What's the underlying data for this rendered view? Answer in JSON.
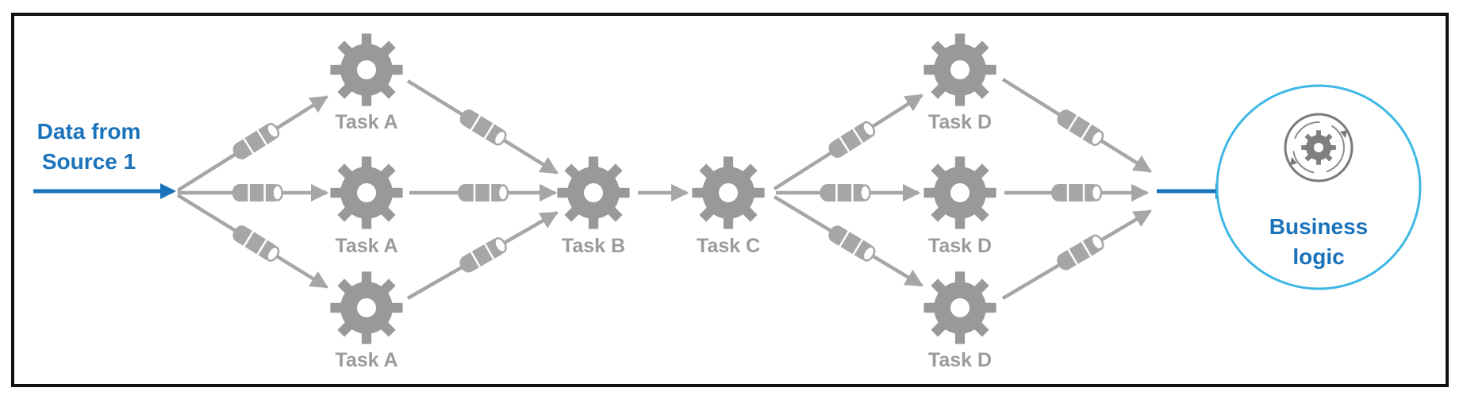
{
  "source": {
    "line1": "Data from",
    "line2": "Source 1"
  },
  "tasks": {
    "a_top": "Task A",
    "a_mid": "Task A",
    "a_bot": "Task A",
    "b": "Task B",
    "c": "Task C",
    "d_top": "Task D",
    "d_mid": "Task D",
    "d_bot": "Task D"
  },
  "business_logic": {
    "line1": "Business",
    "line2": "logic"
  },
  "colors": {
    "gear": "#999999",
    "queue": "#a6a6a6",
    "connector": "#a6a6a6",
    "accent_blue": "#1a72bb",
    "circle_outline": "#3db7e4",
    "frame": "#111111"
  }
}
